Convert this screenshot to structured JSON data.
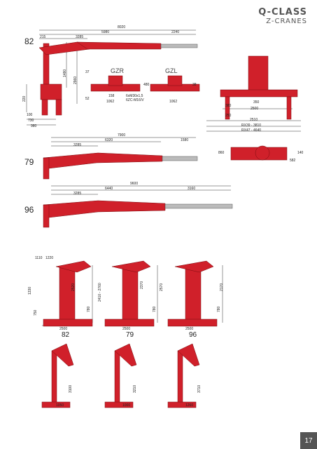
{
  "brand": {
    "line1": "Q-CLASS",
    "line2": "Z-CRANES"
  },
  "page_number": "17",
  "models": {
    "m1": "82",
    "m2": "79",
    "m3": "96"
  },
  "crane82": {
    "d_8020": "8020",
    "d_5980": "5980",
    "d_3285": "3285",
    "d_2240": "2240",
    "d_215": "215",
    "d_1480": "1480",
    "d_2960": "2960",
    "d_220": "220",
    "d_100": "100",
    "d_730": "730",
    "d_980": "980"
  },
  "mount": {
    "gzr": "GZR",
    "gzl": "GZL",
    "d_37": "37",
    "d_52": "52",
    "d_38": "38",
    "d_158": "158",
    "d_1062a": "1062",
    "d_1062b": "1062",
    "d_480": "480",
    "bolt1": "6xM30x1,5",
    "bolt2": "6ZC-M16/V"
  },
  "stabilizer": {
    "d_380": "380",
    "d_350": "350",
    "d_2500": "2500",
    "d_250": "250",
    "d_2510": "2510",
    "rx39": "RX39 - 3810",
    "rx47": "RX47 - 4640"
  },
  "crane79": {
    "d_7900": "7900",
    "d_6320": "6320",
    "d_1580": "1580",
    "d_3285": "3285"
  },
  "topview": {
    "d_860": "860",
    "d_140": "140",
    "d_582": "582"
  },
  "crane96": {
    "d_9600": "9600",
    "d_6440": "6440",
    "d_3160": "3160",
    "d_3285": "3285"
  },
  "folded": {
    "d_1110": "1110",
    "d_1220": "1220",
    "d_2370a": "2370",
    "d_2520": "2520",
    "d_2410_2760": "2410 - 2760",
    "d_780a": "780",
    "d_780b": "780",
    "d_780c": "780",
    "d_2570": "2570",
    "d_2170": "2170",
    "d_2500a": "2500",
    "d_2500b": "2500",
    "d_2500c": "2500",
    "d_1330": "1330",
    "d_750": "750"
  },
  "upright": {
    "d_3100": "3100",
    "d_3210": "3210",
    "d_3710": "3710",
    "d_1050": "1050",
    "d_1000": "1000",
    "d_1260": "1260"
  }
}
